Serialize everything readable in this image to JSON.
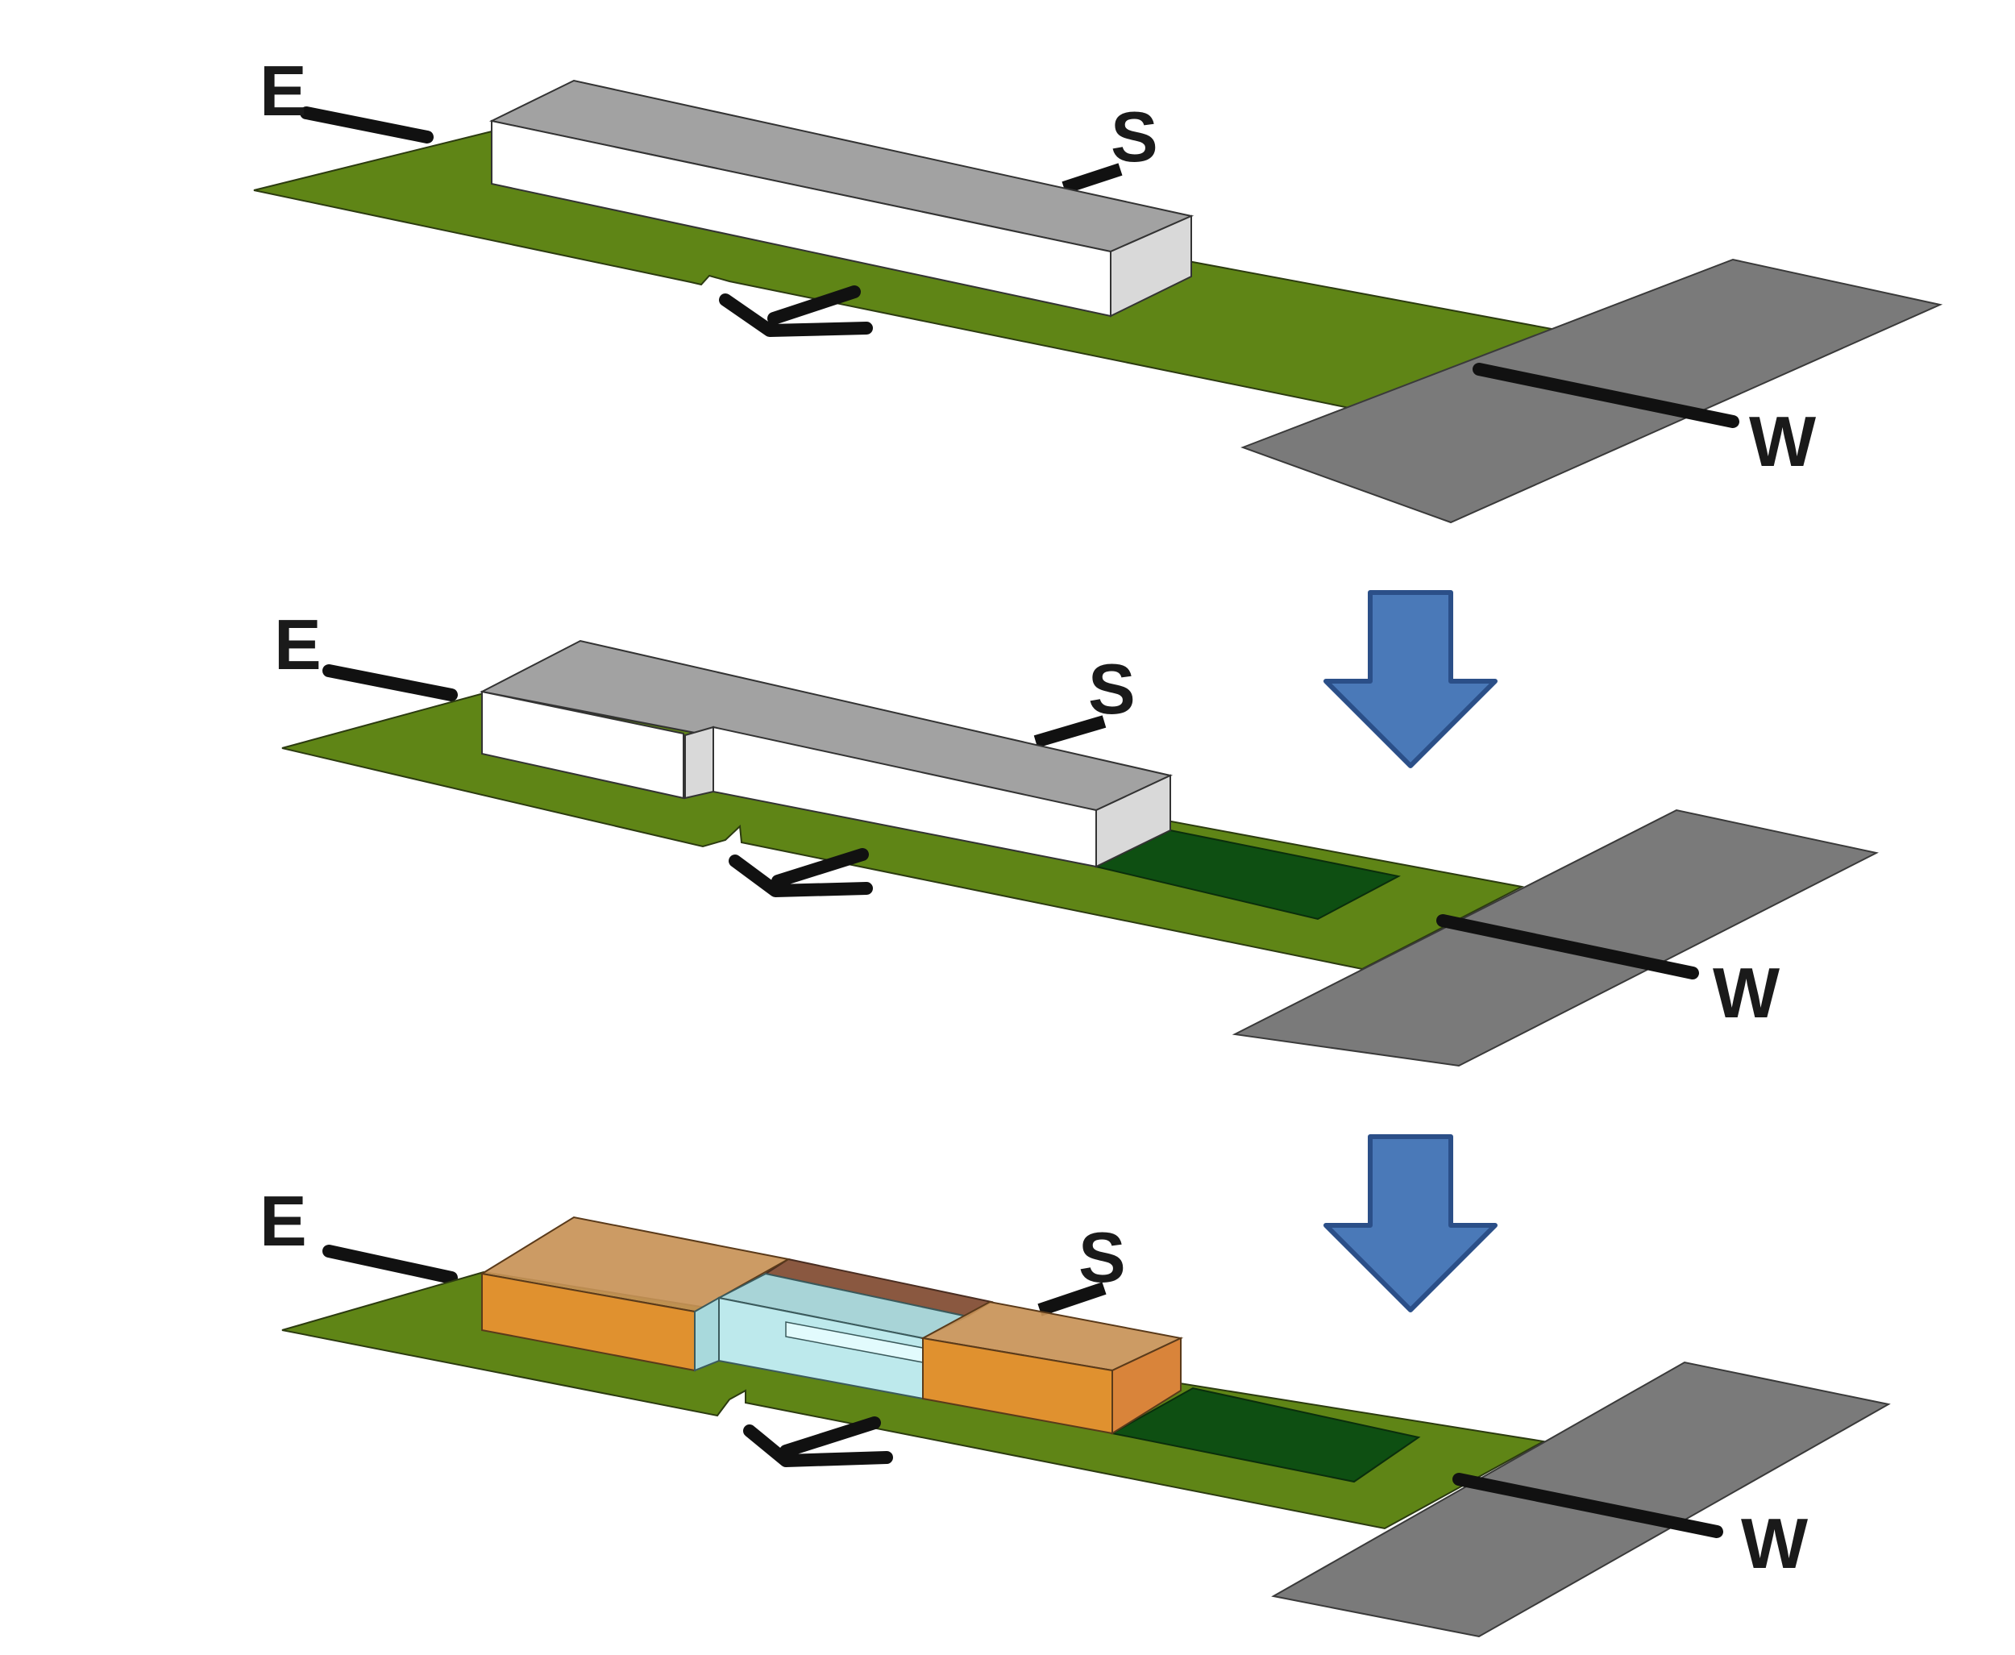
{
  "labels": {
    "east": "E",
    "south": "S",
    "west": "W"
  },
  "colors": {
    "site": "#5f8516",
    "site_edge": "#2c3b10",
    "road": "#7a7a7a",
    "road_edge": "#3a3a3a",
    "axis": "#111111",
    "mass_front": "#ffffff",
    "mass_top": "#a2a2a2",
    "mass_side": "#d9d9d9",
    "garden": "#0e4f12",
    "volume_orange_front": "#e0912f",
    "volume_orange_top": "#c89257",
    "volume_orange_side": "#d9843a",
    "volume_glass": "#bde9ec",
    "volume_glass_top": "#9fcfd3",
    "courtyard_roof": "#8a5840",
    "arrow_fill": "#4a79b8",
    "arrow_stroke": "#2b4f88"
  },
  "diagram": {
    "panels": [
      {
        "step": 1,
        "description": "single block mass"
      },
      {
        "step": 2,
        "description": "block stepped with garden"
      },
      {
        "step": 3,
        "description": "programmed volumes with courtyard"
      }
    ],
    "transition_arrows": [
      "arrow-down-icon",
      "arrow-down-icon"
    ]
  }
}
